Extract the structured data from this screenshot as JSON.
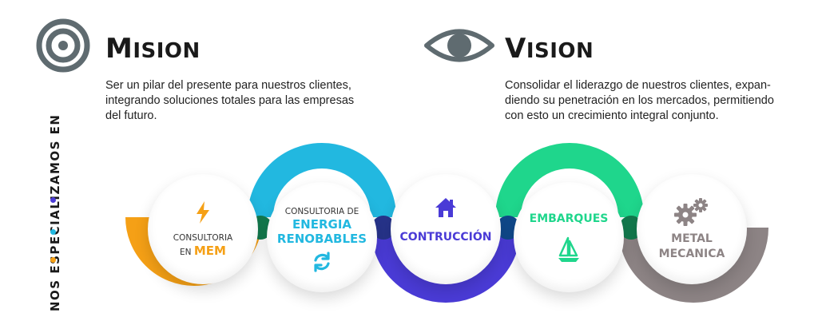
{
  "mision": {
    "title_initial": "M",
    "title_rest": "ISION",
    "text": "Ser un pilar del presente para nuestros clientes,\nintegrando soluciones totales para las empresas\ndel futuro."
  },
  "vision": {
    "title_initial": "V",
    "title_rest": "ISION",
    "text": "Consolidar el liderazgo de nuestros clientes, expan-\ndiendo su penetración en los mercados, permitiendo\ncon esto un crecimiento integral conjunto."
  },
  "side_label": "NOS ESPECIALIZAMOS EN",
  "services": [
    {
      "line1": "CONSULTORIA",
      "line2_prefix": "EN ",
      "line2_highlight": "MEM",
      "color": "#f5a016",
      "icon": "lightning-icon"
    },
    {
      "line1": "CONSULTORIA DE",
      "line2": "ENERGIA",
      "line3": "RENOBABLES",
      "color": "#22b8e0",
      "icon": "refresh-icon"
    },
    {
      "line1": "CONTRUCCIÓN",
      "color": "#4a3bd6",
      "icon": "house-icon"
    },
    {
      "line1": "EMBARQUES",
      "color": "#1fd68c",
      "icon": "sailboat-icon"
    },
    {
      "line1": "METAL",
      "line2": "MECANICA",
      "color": "#8d8485",
      "icon": "gears-icon"
    }
  ],
  "colors": {
    "orange": "#f5a016",
    "cyan": "#22b8e0",
    "purple": "#4a3bd6",
    "green": "#1fd68c",
    "gray": "#8d8485",
    "icon_gray": "#5f6b70"
  }
}
